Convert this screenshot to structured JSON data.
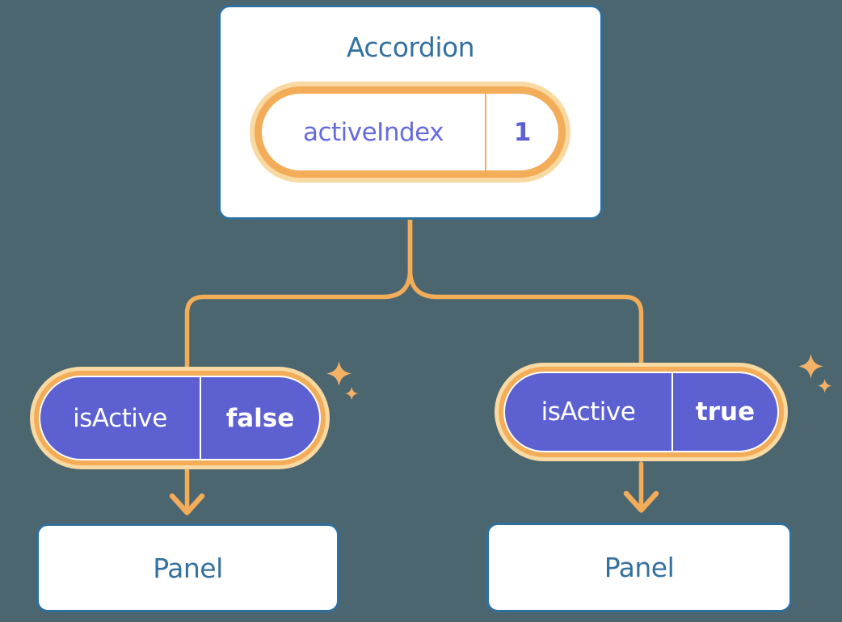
{
  "diagram": {
    "description": "React state tree: Accordion component holding activeIndex state passed down to two Panel children as isActive"
  },
  "root": {
    "title": "Accordion",
    "state": {
      "name": "activeIndex",
      "value": "1"
    }
  },
  "children": [
    {
      "state": {
        "name": "isActive",
        "value": "false"
      },
      "panel": {
        "title": "Panel"
      }
    },
    {
      "state": {
        "name": "isActive",
        "value": "true"
      },
      "panel": {
        "title": "Panel"
      }
    }
  ],
  "icons": {
    "sparkle": "four-point-sparkle"
  },
  "colors": {
    "background": "#4C6670",
    "card_border_blue": "#2F6F9E",
    "title_blue": "#35719F",
    "accent_orange": "#F3AC58",
    "halo_orange": "#F9D9A2",
    "state_purple": "#5C60D0",
    "state_text_purple": "#666BDE",
    "white": "#FFFFFF"
  }
}
